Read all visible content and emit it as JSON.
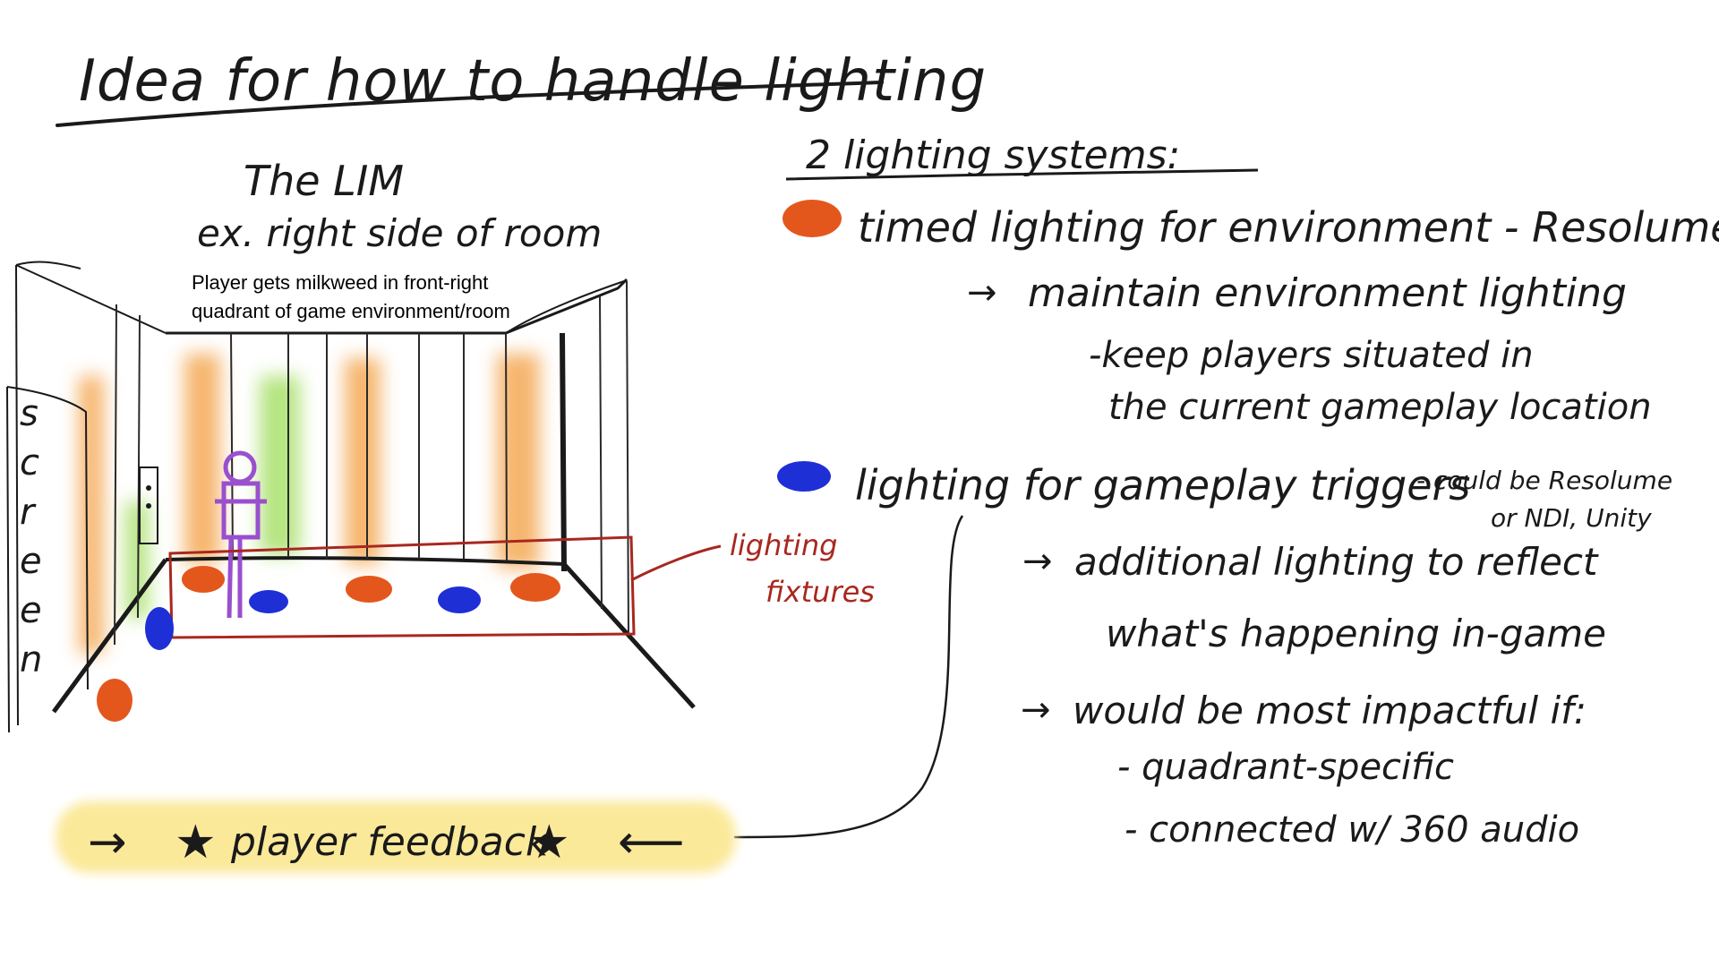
{
  "title": "Idea for how to handle lighting",
  "room": {
    "heading": "The LIM",
    "subheading": "ex. right side of room",
    "caption_line1": "Player gets milkweed in front-right",
    "caption_line2": "quadrant of game environment/room",
    "screen_letters": [
      "s",
      "c",
      "r",
      "e",
      "e",
      "n"
    ],
    "fixtures_label_line1": "lighting",
    "fixtures_label_line2": "fixtures"
  },
  "systems": {
    "heading": "2 lighting systems:",
    "env": {
      "title": "timed lighting for environment - Resolume",
      "sub": "maintain environment lighting",
      "detail_line1": "-keep players situated in",
      "detail_line2": "the current gameplay location"
    },
    "trigger": {
      "title": "lighting for gameplay triggers",
      "aside_line1": "- could be Resolume",
      "aside_line2": "or NDI, Unity",
      "sub_line1": "additional lighting to reflect",
      "sub_line2": "what's happening in-game",
      "impact": "would be most impactful if:",
      "cond1": "- quadrant-specific",
      "cond2": "- connected w/ 360 audio"
    }
  },
  "feedback": {
    "label": "player feedback"
  },
  "colors": {
    "ink": "#1a1a1a",
    "orange": "#e4571c",
    "blue": "#1f2fd6",
    "red": "#a8281f",
    "purple": "#9a4fcf",
    "highlight": "#fbe99a",
    "glow_orange": "#f4a955",
    "glow_green": "#a8e06a"
  },
  "icons": [
    "orange-light-icon",
    "blue-light-icon",
    "star-icon",
    "arrow-icon"
  ]
}
